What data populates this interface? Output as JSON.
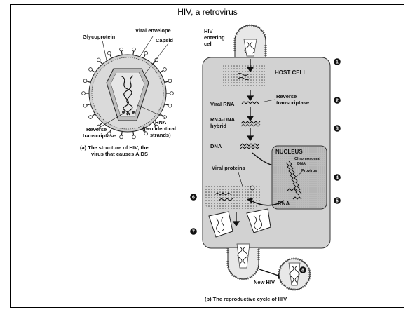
{
  "title": "HIV, a retrovirus",
  "structure": {
    "labels": {
      "glycoprotein": "Glycoprotein",
      "envelope": "Viral envelope",
      "capsid": "Capsid",
      "rna1": "RNA",
      "rna2": "(two identical",
      "rna3": "strands)",
      "rt1": "Reverse",
      "rt2": "transcriptase"
    },
    "caption_line1": "(a) The structure of HIV, the",
    "caption_line2": "virus that causes AIDS"
  },
  "cycle": {
    "entering1": "HIV",
    "entering2": "entering",
    "entering3": "cell",
    "host_cell": "HOST CELL",
    "viral_rna": "Viral RNA",
    "rt1": "Reverse",
    "rt2": "transcriptase",
    "hybrid1": "RNA-DNA",
    "hybrid2": "hybrid",
    "dna": "DNA",
    "nucleus": "NUCLEUS",
    "chrom1": "Chromosomal",
    "chrom2": "DNA",
    "provirus": "Provirus",
    "viral_proteins": "Viral proteins",
    "rna": "RNA",
    "new_hiv": "New HIV",
    "caption": "(b) The reproductive cycle of HIV",
    "steps": [
      "1",
      "2",
      "3",
      "4",
      "5",
      "6",
      "7",
      "8"
    ]
  }
}
